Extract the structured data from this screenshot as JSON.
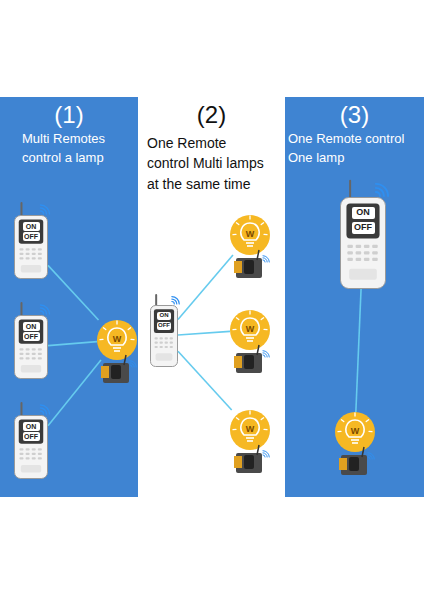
{
  "diagram": {
    "nodes": [
      {
        "text": [
          "(1)",
          "Multi Remotes control a lamp"
        ]
      },
      {
        "text": [
          "ON",
          "OFF"
        ],
        "in": 0
      },
      {
        "text": [
          "ON",
          "OFF"
        ],
        "in": 0
      },
      {
        "text": [
          "W"
        ],
        "in": 0
      },
      {
        "text": [
          "ON",
          "OFF"
        ],
        "in": 0
      },
      {
        "text": [
          "(2)",
          "One Remote control Multi lamps at the same time"
        ]
      },
      {
        "text": [
          "W"
        ],
        "in": 5
      },
      {
        "text": [
          "ON",
          "OFF"
        ],
        "in": 5
      },
      {
        "text": [
          "W"
        ],
        "in": 5
      },
      {
        "text": [
          "W"
        ],
        "in": 5
      },
      {
        "text": [
          "(3)",
          "One Remote control One lamp"
        ]
      },
      {
        "text": [
          "ON",
          "OFF"
        ],
        "in": 10
      },
      {
        "text": [
          "W"
        ],
        "in": 10
      }
    ],
    "edges": [
      {
        "from": 1,
        "to": 3,
        "arrow": "none"
      },
      {
        "from": 2,
        "to": 3,
        "arrow": "none"
      },
      {
        "from": 4,
        "to": 3,
        "arrow": "none"
      },
      {
        "from": 7,
        "to": 6,
        "arrow": "none"
      },
      {
        "from": 7,
        "to": 8,
        "arrow": "none"
      },
      {
        "from": 7,
        "to": 9,
        "arrow": "none"
      },
      {
        "from": 11,
        "to": 12,
        "arrow": "none"
      }
    ]
  }
}
